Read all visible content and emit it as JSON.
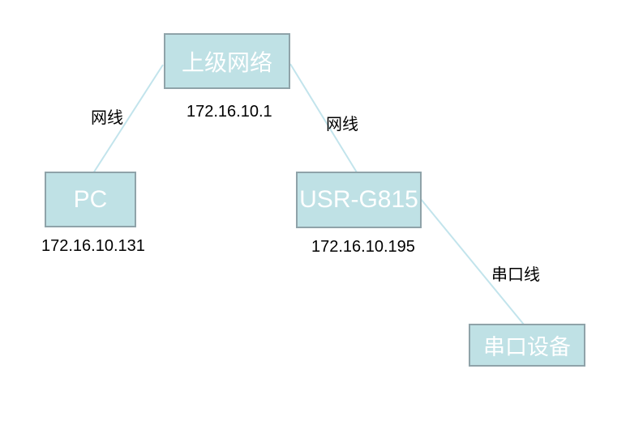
{
  "diagram": {
    "nodes": [
      {
        "id": "upper-network",
        "label": "上级网络",
        "ip": "172.16.10.1"
      },
      {
        "id": "pc",
        "label": "PC",
        "ip": "172.16.10.131"
      },
      {
        "id": "usr-g815",
        "label": "USR-G815",
        "ip": "172.16.10.195"
      },
      {
        "id": "serial-device",
        "label": "串口设备"
      }
    ],
    "links": [
      {
        "from": "pc",
        "to": "upper-network",
        "label": "网线"
      },
      {
        "from": "upper-network",
        "to": "usr-g815",
        "label": "网线"
      },
      {
        "from": "usr-g815",
        "to": "serial-device",
        "label": "串口线"
      }
    ],
    "colors": {
      "node_fill": "#bfe1e5",
      "node_border": "#8fa3a9",
      "cable": "#c2e4ec",
      "node_text": "#ffffff",
      "label_text": "#000000"
    }
  }
}
